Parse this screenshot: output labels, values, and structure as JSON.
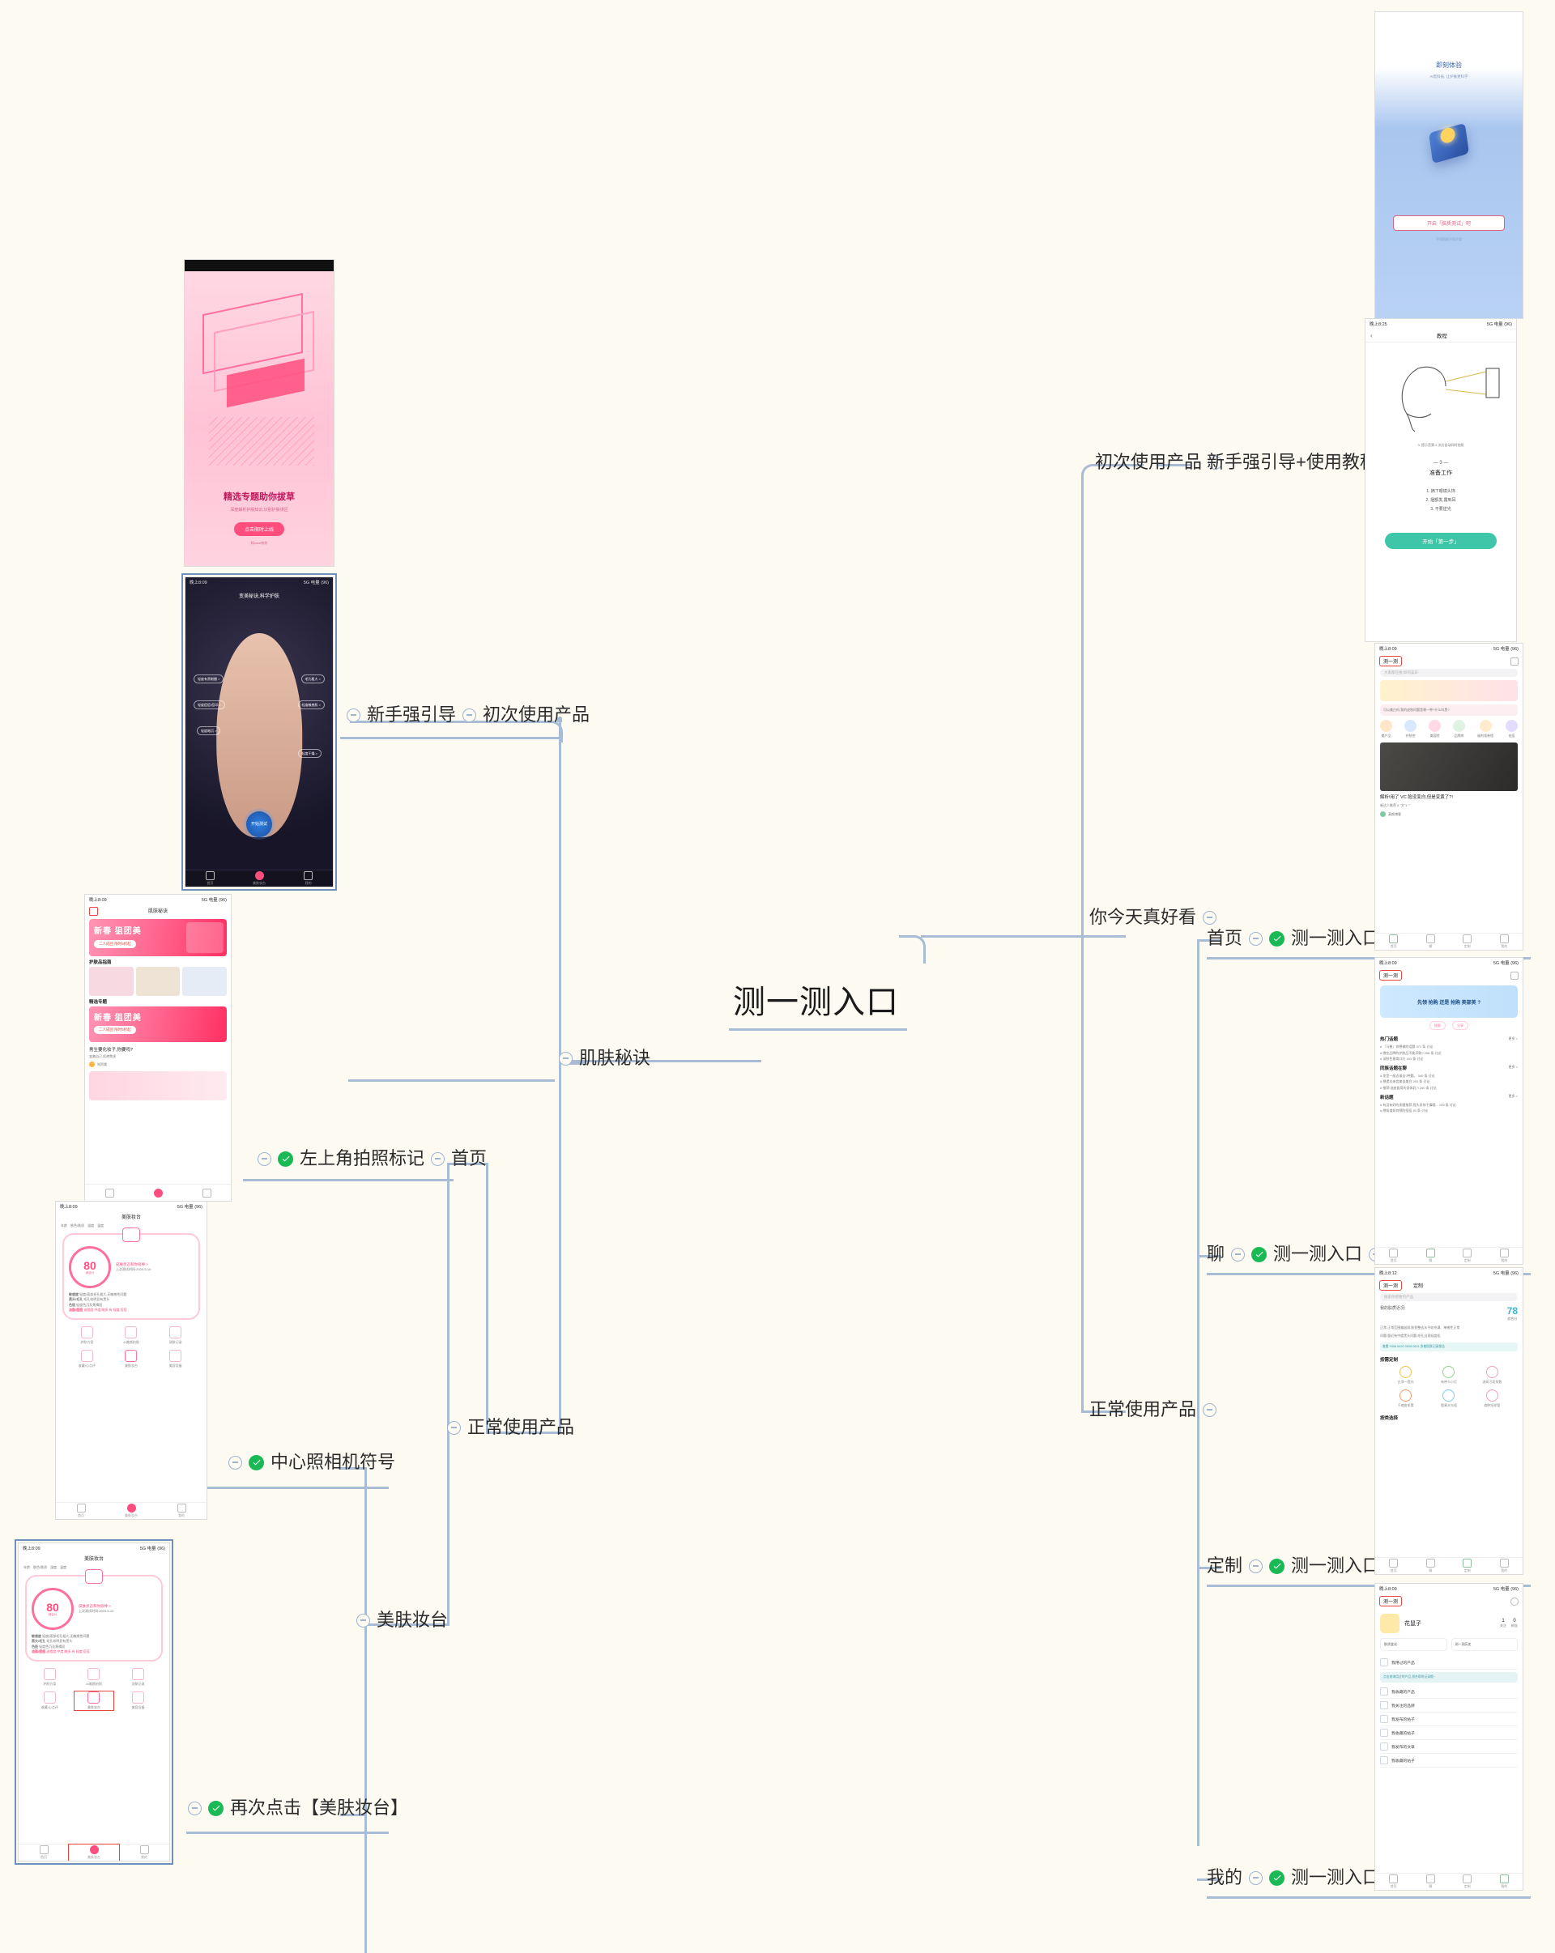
{
  "diagram": {
    "type": "mindmap",
    "central_topic": "测一测入口",
    "background_color": "#fdfaf2",
    "line_color": "#a8bcd6",
    "check_color": "#19b955"
  },
  "branches": {
    "left": [
      {
        "id": "l1",
        "label": "初次使用产品",
        "checked": false
      },
      {
        "id": "l2",
        "label": "新手强引导",
        "checked": false
      },
      {
        "id": "l3",
        "label": "肌肤秘诀",
        "checked": false
      },
      {
        "id": "l4",
        "label": "首页",
        "checked": false
      },
      {
        "id": "l5",
        "label": "左上角拍照标记",
        "checked": true
      },
      {
        "id": "l6",
        "label": "正常使用产品",
        "checked": false
      },
      {
        "id": "l7",
        "label": "美肤妆台",
        "checked": false
      },
      {
        "id": "l8",
        "label": "中心照相机符号",
        "checked": true
      },
      {
        "id": "l9",
        "label": "再次点击【美肤妆台】",
        "checked": true
      }
    ],
    "right": [
      {
        "id": "r1",
        "label": "初次使用产品",
        "checked": false
      },
      {
        "id": "r2",
        "label": "新手强引导+使用教程",
        "checked": false
      },
      {
        "id": "r3",
        "label": "你今天真好看",
        "checked": false
      },
      {
        "id": "r4",
        "label": "首页",
        "checked": false
      },
      {
        "id": "r5",
        "label": "测一测入口",
        "checked": true
      },
      {
        "id": "r6",
        "label": "聊",
        "checked": false
      },
      {
        "id": "r7",
        "label": "测一测入口",
        "checked": true
      },
      {
        "id": "r8",
        "label": "正常使用产品",
        "checked": false
      },
      {
        "id": "r9",
        "label": "定制",
        "checked": false
      },
      {
        "id": "r10",
        "label": "测一测入口",
        "checked": true
      },
      {
        "id": "r11",
        "label": "我的",
        "checked": false
      },
      {
        "id": "r12",
        "label": "测一测入口",
        "checked": true
      }
    ]
  },
  "screens": {
    "poster": {
      "title": "精选专题助你拔草",
      "subtitle": "深度解析护肤知识,识别护肤误区",
      "cta": "点击限时上线",
      "footnote": "知você有你"
    },
    "face_scan": {
      "title": "变美秘诀,科学护肤",
      "pills": [
        "轻度有黑眼圈 >",
        "毛孔粗大 >",
        "轻度痘痘/痘印 >",
        "轻度敏感肌 >",
        "轻度暗沉 >",
        "轻度干燥 >"
      ],
      "button": "开始测试",
      "status_time": "晚上8:09",
      "status_right": "5G 电量 (96)",
      "nav": [
        "首页",
        "美肤妆台",
        "我的"
      ]
    },
    "secrets": {
      "header": "肌肤秘诀",
      "sections": [
        "护肤品指南",
        "精选专题"
      ],
      "card_titles": [
        "二人成团 限时5折起",
        "二人成团 限时5折起"
      ],
      "post_title": "男生要化妆子,你要吗?",
      "post_sub": "变美自己,拒绝焦虑",
      "author": "知贸属",
      "status_time": "晚上8:09",
      "status_right": "5G 电量 (96)"
    },
    "beauty_table": {
      "header": "美肤妆台",
      "score": "80",
      "score_label": "综合分",
      "stat_labels": [
        "年龄",
        "肤色/肤质",
        "湿度",
        "温度"
      ],
      "tip_title": "皮肤状态和你很棒 >",
      "tip_sub": "上次测试时间:2020-5-10",
      "rows": [
        "敏感度",
        "黑头/毛孔",
        "色斑",
        "油脂/痘痘"
      ],
      "row_values": [
        "轻度/面部毛孔粗大,无敏感性问题",
        "毛孔较明显有黑头",
        "轻度色沉及黄褐斑",
        "油脂度 中度,略多,有 轻度 痘痘"
      ],
      "grid": [
        "护肤方案",
        "AI美颜拍照",
        "测肤记录",
        "收藏/心点评",
        "美肤妆台",
        "美容设备"
      ],
      "center_label": "美肤妆台",
      "status_time": "晚上8:09",
      "status_right": "5G 电量 (96)",
      "nav": [
        "首页",
        "美肤妆台",
        "我的"
      ]
    },
    "splash": {
      "title": "即刻体验",
      "subtitle": "AI黑科技, 让护肤更科学",
      "button": "开启「肤质测试」吧",
      "footnote": "不同肌肤不同方案"
    },
    "tutorial": {
      "title": "教程",
      "step_no": "— 3 —",
      "step_title": "准备工作",
      "caption": "3. 提示音第 2 次后自动同时拍照",
      "tips": [
        "1. 摘下眼镜头饰",
        "2. 捆额发,露到耳",
        "3. 不要逆光"
      ],
      "button": "开始「第一步」",
      "status_time": "晚上8:25",
      "status_right": "5G 电量 (96)"
    },
    "feed_home": {
      "tab": "测一测",
      "search_placeholder": "大家都在搜:如何美白",
      "card_title": "可以美白吗,我的皮肤问题是哪一种?什么叫黑?",
      "chips": [
        "美产品",
        "护肤控",
        "美容院",
        "品牌库",
        "福利领券馆",
        "祛痘"
      ],
      "post_title": "解析!用了 VC 脸没变白,但是变黄了?!",
      "post_meta": "新达人推荐 6 \"文\"1 \"\"",
      "author": "真颜博客",
      "status_time": "晚上8:09",
      "status_right": "5G 电量 (96)",
      "nav": [
        "首页",
        "聊",
        "定制",
        "我的"
      ]
    },
    "feed_chat": {
      "tab": "测一测",
      "banner": "先领 抢购 还是 抢购 美部美 ?",
      "buttons": [
        "搜索",
        "分享"
      ],
      "hot_header": "热门话题",
      "hot_items": [
        "# 「马酱」你想做的话题 371 条 讨论",
        "# 哪些品牌的护肤品不能添购? 266 条 讨论",
        "# 深肤色意常口红 191 条 讨论"
      ],
      "qa_header": "同族话题在聊",
      "qa_items": [
        "# 发型一般去谁去?种题。 340 条 讨论",
        "# 想提本来信美自美白 293 条 讨论",
        "# 推荐!油皮复用的身体乳?! 260 条 讨论"
      ],
      "new_header": "新话题",
      "new_items": [
        "# 有没有好的发膜推荐,我头发惊干燥哦... 199 条 讨论",
        "# 想知道如何预防痘痘 40 条 讨论"
      ],
      "more": "更多 >",
      "status_time": "晚上8:09",
      "status_right": "5G 电量 (96)",
      "nav": [
        "首页",
        "聊",
        "定制",
        "我的"
      ]
    },
    "feed_custom": {
      "tab": "测一测",
      "tab2": "定制",
      "search_placeholder": "搜索你想要的产品",
      "score_title": "我的肤质近况:",
      "score": "78",
      "score_label": "综合分",
      "desc_good": "正常:正常范围偏滋润,肤到整去水平较充满、单感性正常",
      "desc_bad": "问题:量近有中度黑头问题,毛孔出现轻度松,",
      "link": "查看 0308 0420 0509 0601 多套肌肤记录报告",
      "sec_title": "按需定制",
      "items": [
        "白净一提光",
        "有带卡小灯",
        "流高污垢泵数",
        "干缩皮毛素",
        "脂膏水光瓶",
        "肩肿短样管"
      ],
      "sec2": "按类选择",
      "status_time": "晚上8:12",
      "status_right": "5G 电量 (96)",
      "nav": [
        "首页",
        "聊",
        "定制",
        "我的"
      ]
    },
    "feed_mine": {
      "tab": "测一测",
      "username": "花鼠子",
      "stats": [
        [
          "1",
          "关注"
        ],
        [
          "0",
          "粉丝"
        ]
      ],
      "btns": [
        "肤质变化",
        "测一测历史"
      ],
      "rows": [
        "我用过的产品",
        "我收藏的产品",
        "我关注的品牌",
        "我发布的帖子",
        "我收藏的帖子",
        "我发布的文章",
        "我收藏的帖子"
      ],
      "promo": "点击查询用过的产品,领合帮的记录哦~",
      "status_time": "晚上8:09",
      "status_right": "5G 电量 (96)",
      "nav": [
        "首页",
        "聊",
        "定制",
        "我的"
      ]
    }
  }
}
